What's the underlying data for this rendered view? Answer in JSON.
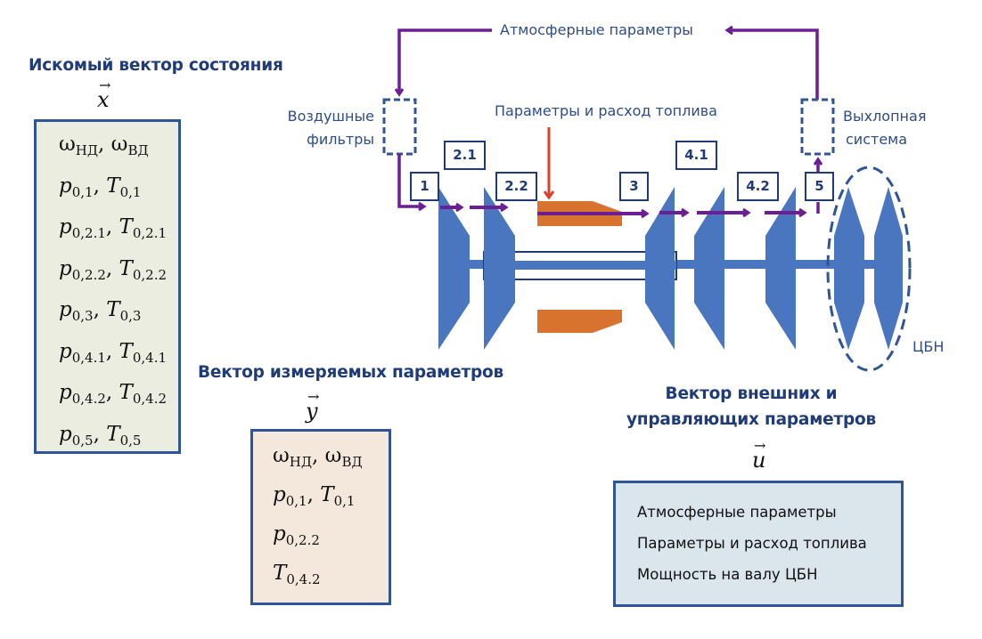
{
  "state_vector": {
    "title": "Искомый вектор состояния",
    "symbol": "x",
    "items": [
      {
        "a": "ω",
        "a_sub": "НД",
        "b": "ω",
        "b_sub": "ВД",
        "kind": "omega"
      },
      {
        "a": "p",
        "a_sub": "0,1",
        "b": "T",
        "b_sub": "0,1",
        "kind": "pt"
      },
      {
        "a": "p",
        "a_sub": "0,2.1",
        "b": "T",
        "b_sub": "0,2.1",
        "kind": "pt"
      },
      {
        "a": "p",
        "a_sub": "0,2.2",
        "b": "T",
        "b_sub": "0,2.2",
        "kind": "pt"
      },
      {
        "a": "p",
        "a_sub": "0,3",
        "b": "T",
        "b_sub": "0,3",
        "kind": "pt"
      },
      {
        "a": "p",
        "a_sub": "0,4.1",
        "b": "T",
        "b_sub": "0,4.1",
        "kind": "pt"
      },
      {
        "a": "p",
        "a_sub": "0,4.2",
        "b": "T",
        "b_sub": "0,4.2",
        "kind": "pt"
      },
      {
        "a": "p",
        "a_sub": "0,5",
        "b": "T",
        "b_sub": "0,5",
        "kind": "pt"
      }
    ]
  },
  "measured_vector": {
    "title": "Вектор измеряемых параметров",
    "symbol": "y",
    "items": [
      {
        "a": "ω",
        "a_sub": "НД",
        "b": "ω",
        "b_sub": "ВД",
        "kind": "omega"
      },
      {
        "a": "p",
        "a_sub": "0,1",
        "b": "T",
        "b_sub": "0,1",
        "kind": "pt"
      },
      {
        "a": "p",
        "a_sub": "0,2.2",
        "b": null,
        "b_sub": null,
        "kind": "pt"
      },
      {
        "a": "T",
        "a_sub": "0,4.2",
        "b": null,
        "b_sub": null,
        "kind": "pt"
      }
    ]
  },
  "control_vector": {
    "title_line1": "Вектор внешних и",
    "title_line2": "управляющих параметров",
    "symbol": "u",
    "items": [
      "Атмосферные параметры",
      "Параметры и расход топлива",
      "Мощность на валу ЦБН"
    ]
  },
  "engine": {
    "atmo_label": "Атмосферные параметры",
    "fuel_label": "Параметры и расход топлива",
    "air_filter_label_1": "Воздушные",
    "air_filter_label_2": "фильтры",
    "exhaust_label_1": "Выхлопная",
    "exhaust_label_2": "система",
    "pump_label": "ЦБН",
    "stations": [
      "1",
      "2.1",
      "2.2",
      "3",
      "4.1",
      "4.2",
      "5"
    ]
  },
  "colors": {
    "blade": "#4a76bf",
    "combustor": "#d8722f",
    "flow": "#6c1f95",
    "fuel": "#d9412b",
    "outline": "#1f3c78"
  }
}
